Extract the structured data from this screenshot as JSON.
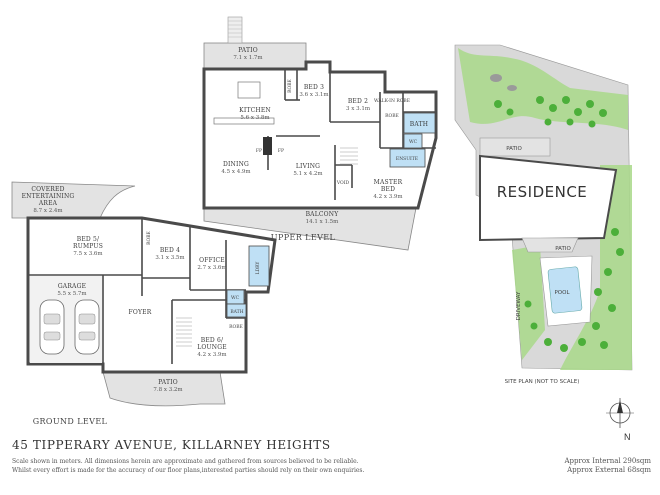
{
  "title": "45 TIPPERARY AVENUE, KILLARNEY HEIGHTS",
  "disclaimer": [
    "Scale shown in meters. All dimensions herein are approximate and gathered from sources believed to be reliable.",
    "Whilst every effort is made for the accuracy of our floor plans,interested parties should rely on their own enquiries."
  ],
  "areas": {
    "internal": "Approx Internal 290sqm",
    "external": "Approx External 68sqm"
  },
  "levels": {
    "upper": "UPPER LEVEL",
    "ground": "GROUND LEVEL",
    "site": "SITE PLAN (NOT TO SCALE)"
  },
  "upper_rooms": {
    "patio": {
      "name": "PATIO",
      "dim": "7.1 x 1.7m"
    },
    "kitchen": {
      "name": "KITCHEN",
      "dim": "5.6 x 3.8m"
    },
    "bed3": {
      "name": "BED 3",
      "dim": "3.6 x 3.1m"
    },
    "bed2": {
      "name": "BED 2",
      "dim": "3 x 3.1m"
    },
    "robe1": "ROBE",
    "robe2": "ROBE",
    "walkin": "WALK-IN ROBE",
    "bath": "BATH",
    "wc": "WC",
    "ensuite": "ENSUITE",
    "dining": {
      "name": "DINING",
      "dim": "4.5 x 4.9m"
    },
    "living": {
      "name": "LIVING",
      "dim": "5.1 x 4.2m"
    },
    "void": "VOID",
    "master": {
      "name": "MASTER",
      "name2": "BED",
      "dim": "4.2 x 3.9m"
    },
    "balcony": {
      "name": "BALCONY",
      "dim": "14.1 x 1.5m"
    },
    "fp1": "FP",
    "fp2": "FP"
  },
  "ground_rooms": {
    "covered": {
      "line1": "COVERED",
      "line2": "ENTERTAINING",
      "line3": "AREA",
      "dim": "8.7 x 2.4m"
    },
    "bed5": {
      "name": "BED 5/",
      "name2": "RUMPUS",
      "dim": "7.5 x 3.6m"
    },
    "robe": "ROBE",
    "bed4": {
      "name": "BED 4",
      "dim": "3.1 x 3.5m"
    },
    "office": {
      "name": "OFFICE",
      "dim": "2.7 x 3.6m"
    },
    "ldry": "LDRY",
    "wc": "WC",
    "bath": "BATH",
    "garage": {
      "name": "GARAGE",
      "dim": "5.5 x 5.7m"
    },
    "foyer": "FOYER",
    "robe2": "ROBE",
    "bed6": {
      "name": "BED 6/",
      "name2": "LOUNGE",
      "dim": "4.2 x 3.9m"
    },
    "patio": {
      "name": "PATIO",
      "dim": "7.8 x 3.2m"
    }
  },
  "site_labels": {
    "patio_top": "PATIO",
    "residence": "RESIDENCE",
    "patio_bottom": "PATIO",
    "driveway": "DRIVEWAY",
    "pool": "POOL"
  },
  "compass": "N",
  "colors": {
    "wall": "#4a4a4a",
    "floor": "#ffffff",
    "outdoor": "#e6e6e6",
    "wet": "#bfe0f5",
    "site_green": "#7cc24a",
    "site_grey": "#d9d9d9"
  }
}
